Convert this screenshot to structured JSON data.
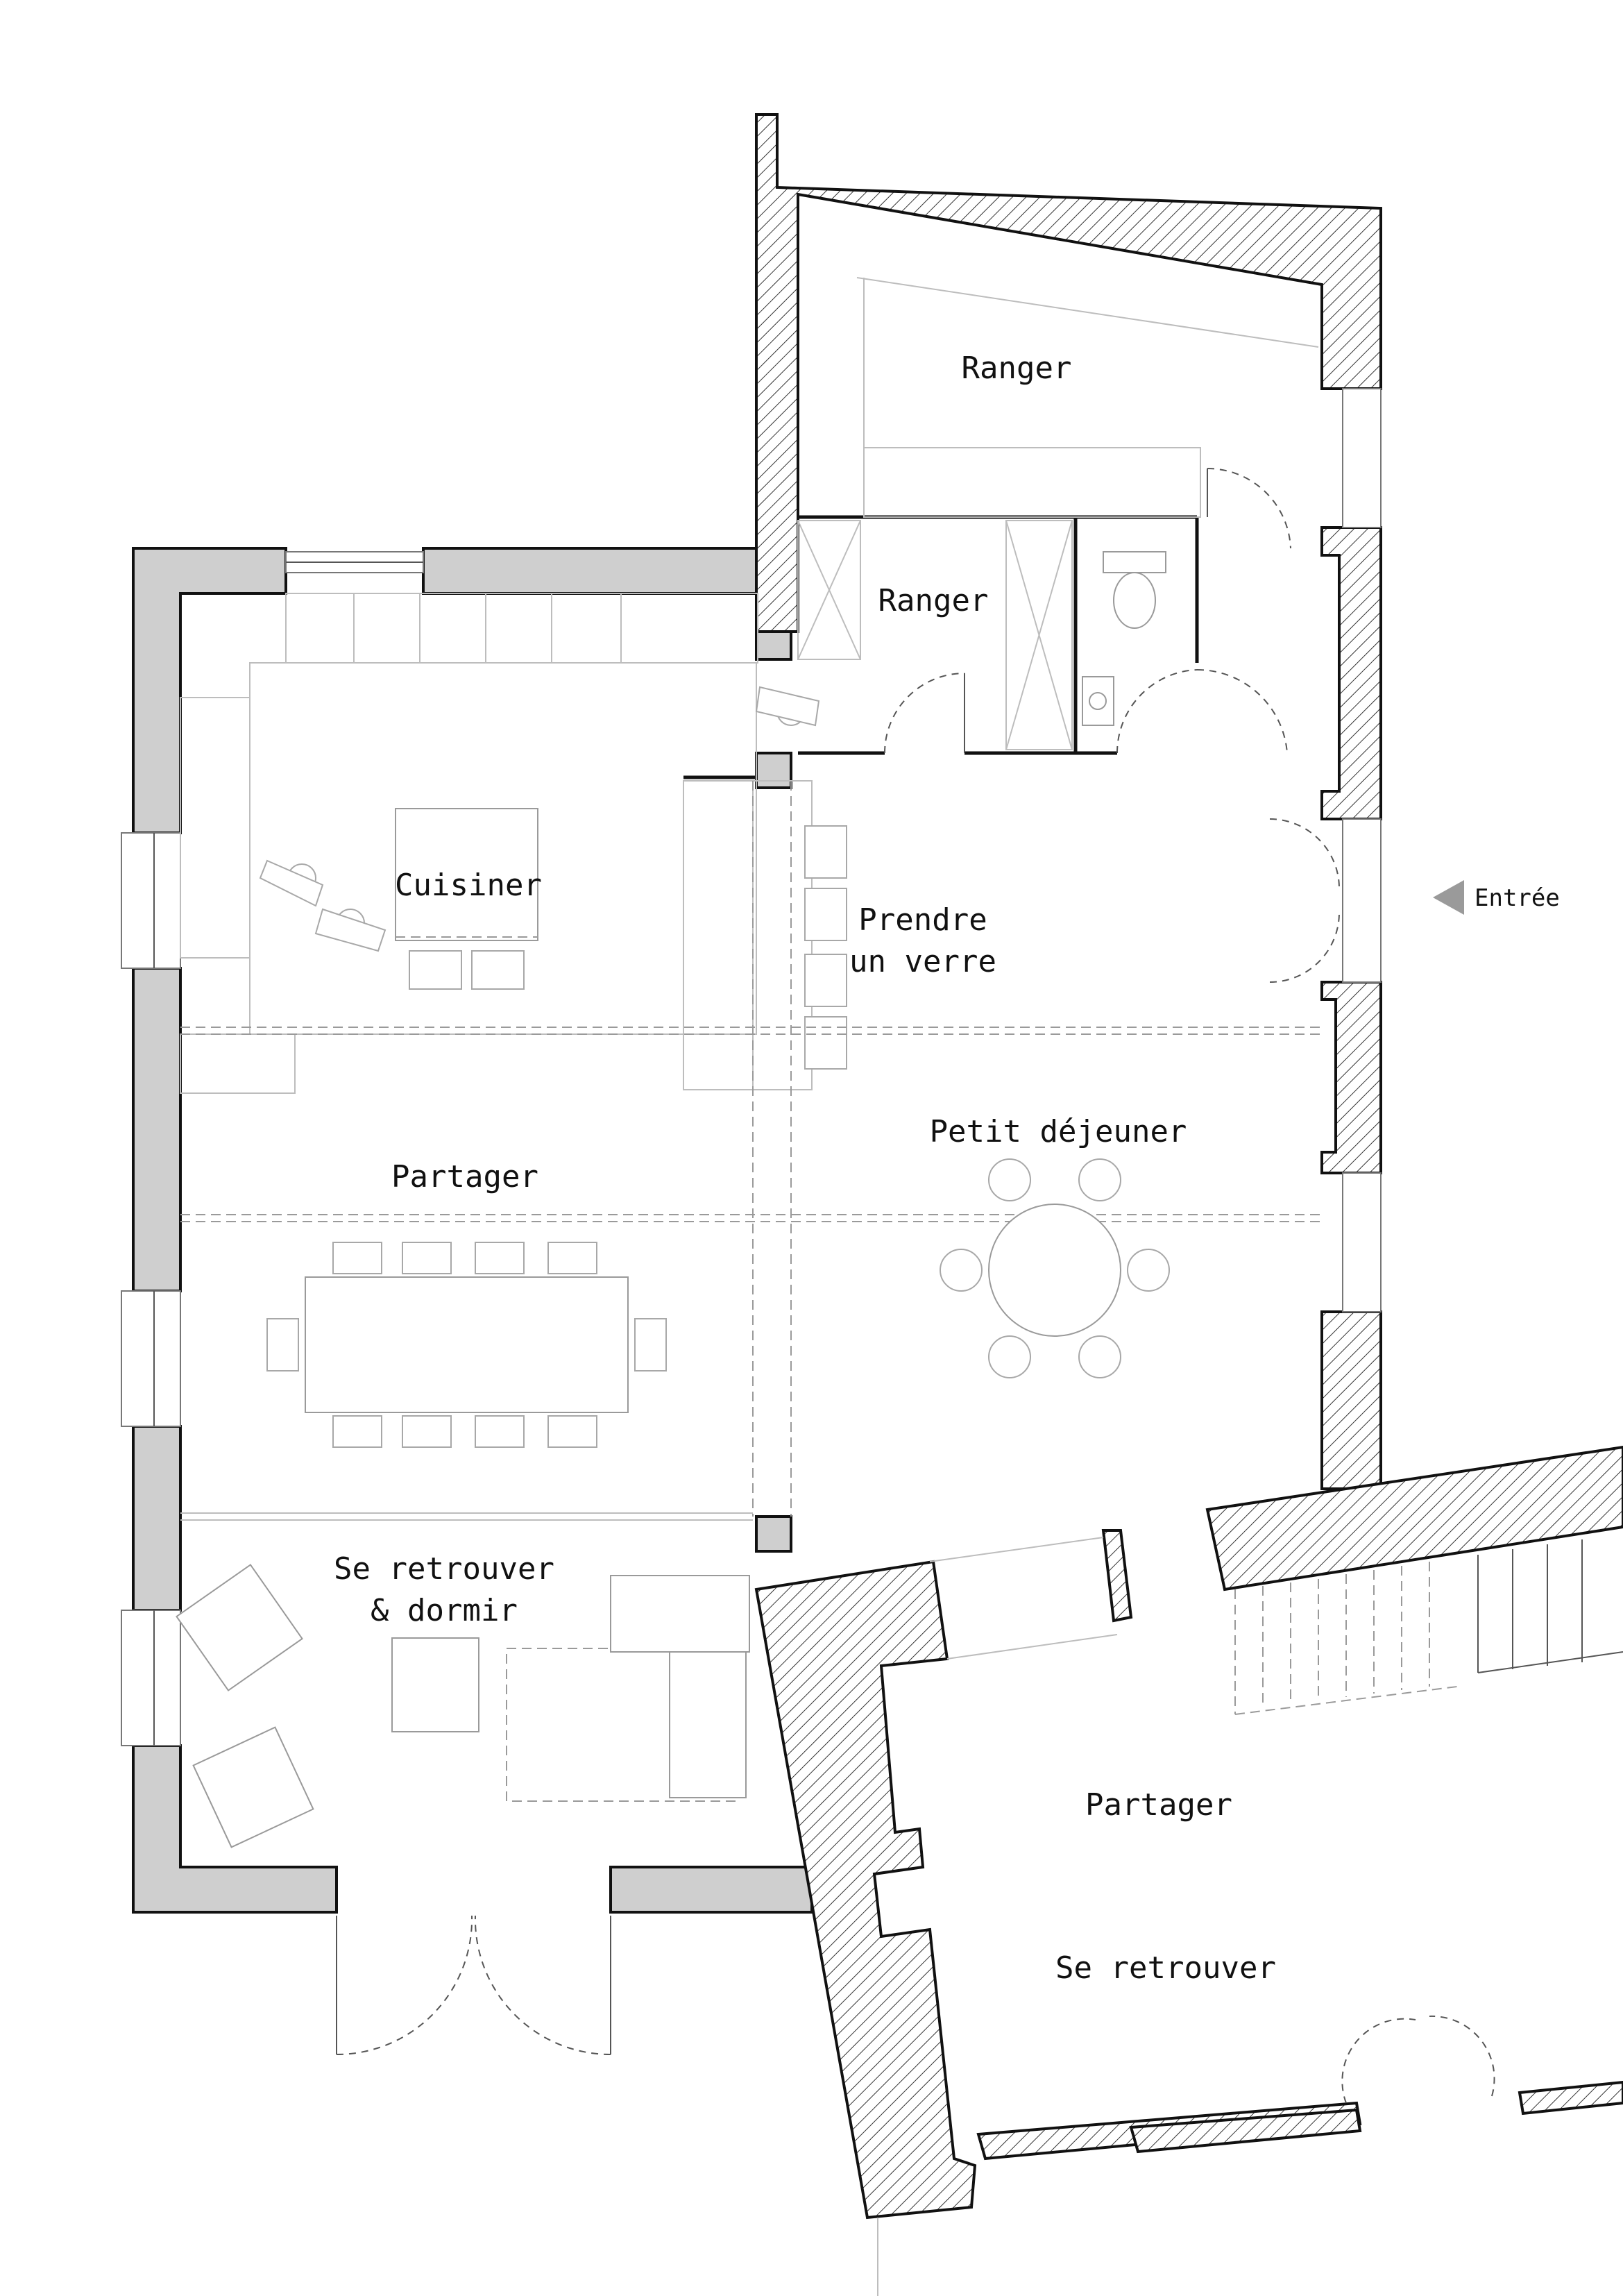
{
  "rooms": {
    "ranger_top": "Ranger",
    "ranger_small": "Ranger",
    "cuisiner": "Cuisiner",
    "prendre_line1": "Prendre",
    "prendre_line2": "un verre",
    "petit_dejeuner": "Petit déjeuner",
    "partager_main": "Partager",
    "retrouver_line1": "Se retrouver",
    "retrouver_line2": "& dormir",
    "partager_annex": "Partager",
    "retrouver_annex": "Se retrouver"
  },
  "entry": {
    "label": "Entrée",
    "icon": "arrow-left-triangle-icon"
  },
  "colors": {
    "new_wall_fill": "#cfcfcf",
    "line": "#111111",
    "furniture_stroke": "#9a9a9a"
  }
}
